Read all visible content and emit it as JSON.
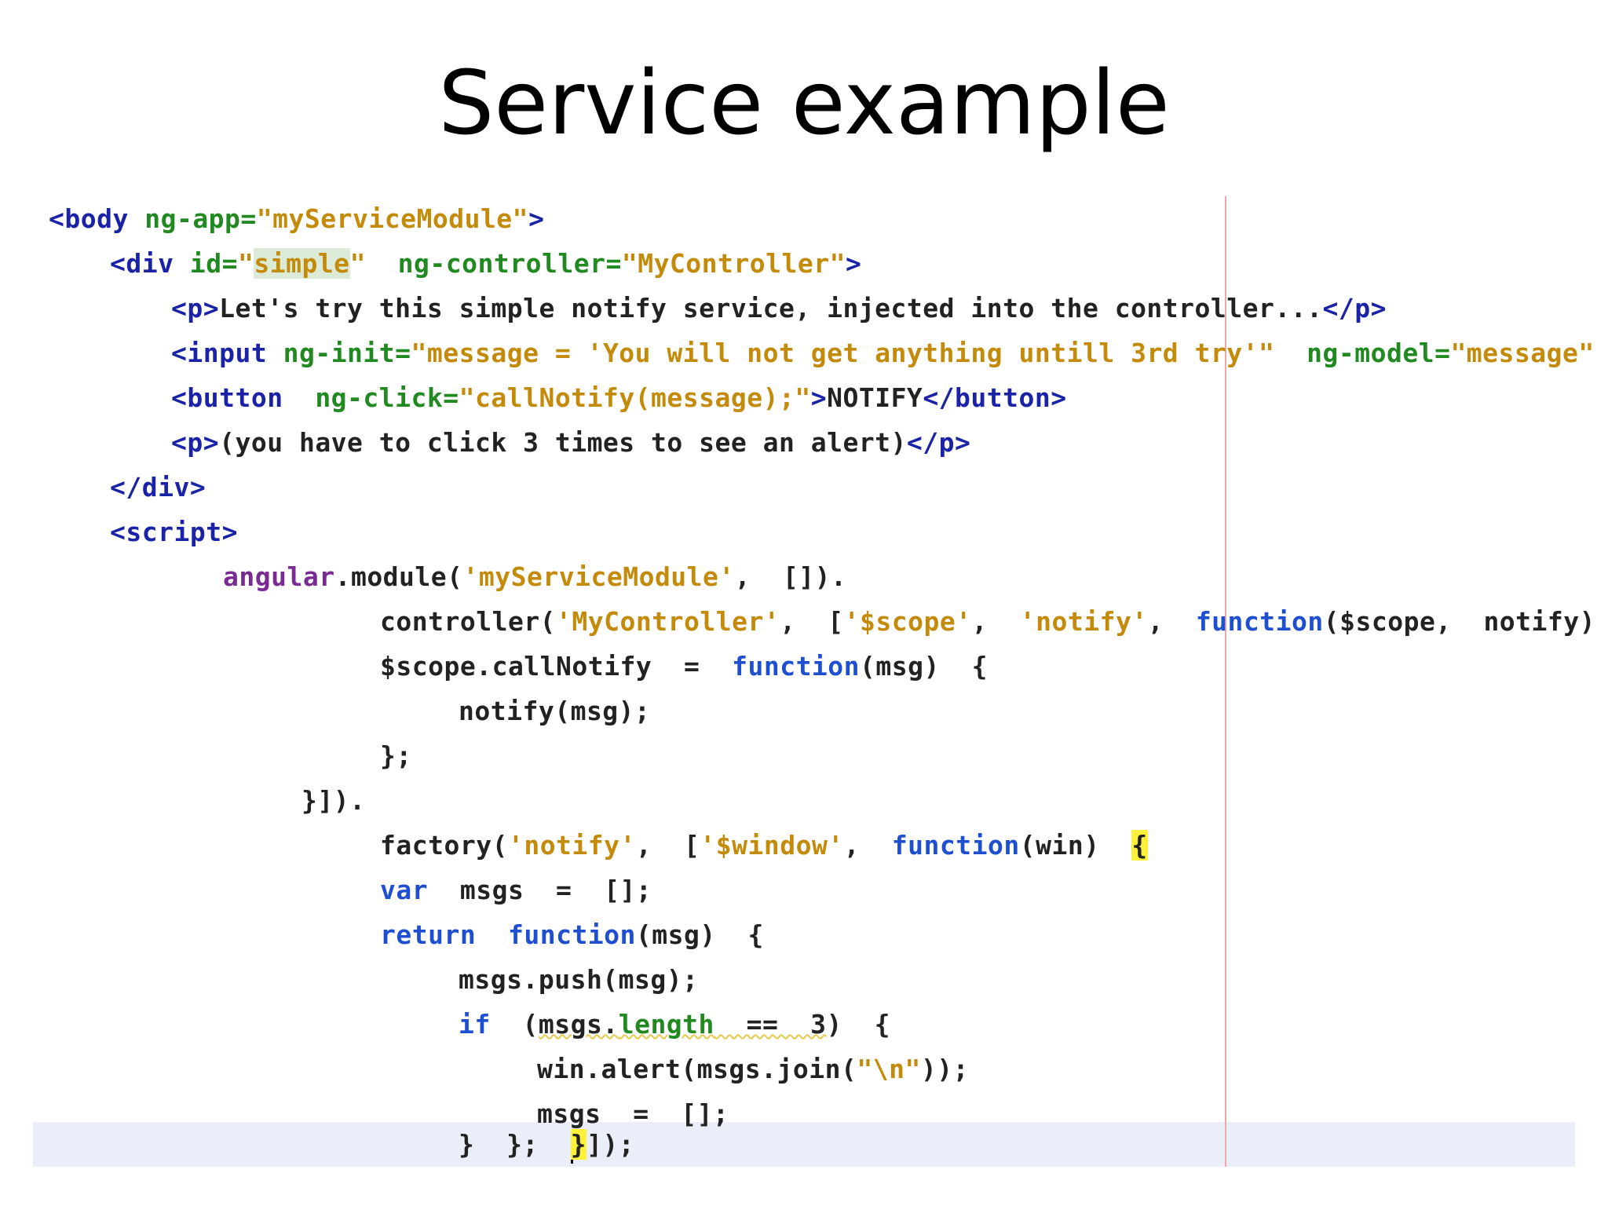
{
  "slide": {
    "title": "Service example"
  },
  "code": {
    "lines": [
      {
        "t1": "<body",
        "t2": " ng-app=",
        "t3": "\"myServiceModule\"",
        "t4": ">"
      },
      {
        "t1": "<div",
        "t2": " id=",
        "t3a": "\"",
        "t3b": "simple",
        "t3c": "\"",
        "t4": "  ng-controller=",
        "t5": "\"MyController\"",
        "t6": ">"
      },
      {
        "t1": "<p>",
        "t2": "Let's try this simple notify service, injected into the controller...",
        "t3": "</p>"
      },
      {
        "t1": "<input",
        "t2": " ng-init=",
        "t3": "\"message = 'You will not get anything untill 3rd try'\"",
        "t4": "  ng-model=",
        "t5": "\"message\"",
        "t6": "  >"
      },
      {
        "t1": "<button",
        "t2": "  ng-click=",
        "t3": "\"callNotify(message);\"",
        "t4": ">",
        "t5": "NOTIFY",
        "t6": "</button>"
      },
      {
        "t1": "<p>",
        "t2": "(you have to click 3 times to see an alert)",
        "t3": "</p>"
      },
      {
        "t1": "</div>"
      },
      {
        "t1": "<script>"
      },
      {
        "t1": "angular",
        "t2": ".module(",
        "t3": "'myServiceModule'",
        "t4": ",  []).",
        "t5": ""
      },
      {
        "t1": "controller(",
        "t2": "'MyController'",
        "t3": ",  [",
        "t4": "'$scope'",
        "t5": ",  ",
        "t6": "'notify'",
        "t7": ",  ",
        "t8": "function",
        "t9": "($scope,  notify)  {"
      },
      {
        "t1": "$scope.callNotify  =  ",
        "t2": "function",
        "t3": "(msg)  {"
      },
      {
        "t1": "notify(msg);"
      },
      {
        "t1": "};"
      },
      {
        "t1": "}])."
      },
      {
        "t1": "factory(",
        "t2": "'notify'",
        "t3": ",  [",
        "t4": "'$window'",
        "t5": ",  ",
        "t6": "function",
        "t7": "(win)  ",
        "t8": "{"
      },
      {
        "t1": "var",
        "t2": "  msgs  =  [];"
      },
      {
        "t1": "return",
        "t2": "  ",
        "t3": "function",
        "t4": "(msg)  {"
      },
      {
        "t1": "msgs.push(msg);"
      },
      {
        "t1": "if",
        "t2": "  (",
        "t3": "msgs.",
        "t4": "length",
        "t5": "  ==  3",
        "t6": ")  {"
      },
      {
        "t1": "win.alert(msgs.join(",
        "t2": "\"\\n\"",
        "t3": "));"
      },
      {
        "t1": "msgs  =  [];"
      },
      {
        "t1": "}  };  ",
        "t2": "}",
        "t3": "]);"
      }
    ]
  }
}
